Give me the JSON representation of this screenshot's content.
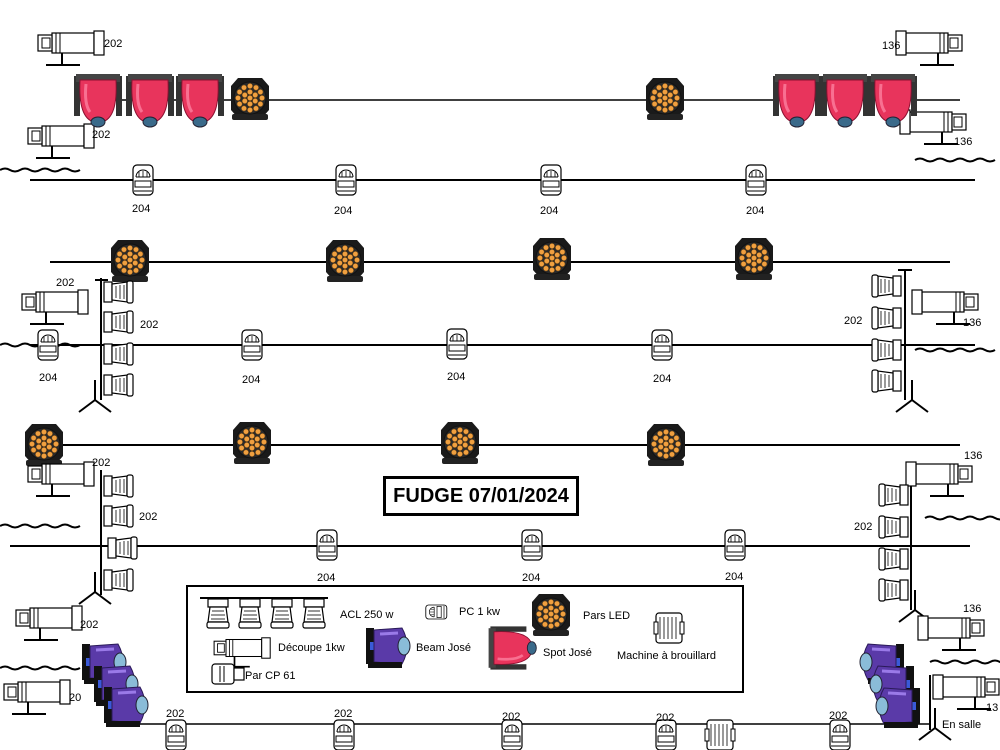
{
  "title": "FUDGE 07/01/2024",
  "colors": {
    "line": "#000000",
    "spot": "#e8345c",
    "led_ring": "#f0a040",
    "beam": "#7a4fc8",
    "background": "#ffffff"
  },
  "labels": {
    "l202": "202",
    "l204": "204",
    "l136": "136",
    "l20": "20",
    "l13": "13",
    "en_salle": "En salle"
  },
  "legend": {
    "acl": "ACL 250 w",
    "pc": "PC 1 kw",
    "pars": "Pars LED",
    "fog": "Machine à brouillard",
    "decoupe": "Découpe 1kw",
    "beam": "Beam José",
    "spot": "Spot José",
    "par_cp": "Par CP 61"
  }
}
